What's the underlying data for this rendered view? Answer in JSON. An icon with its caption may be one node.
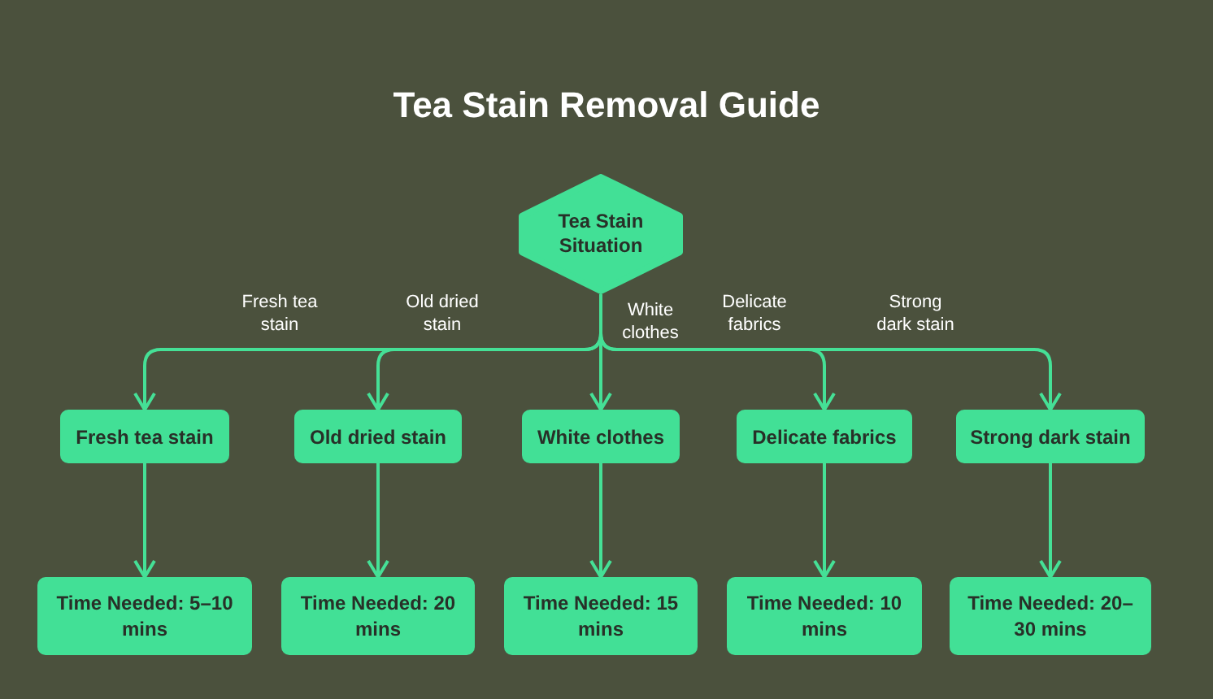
{
  "diagram": {
    "title": "Tea Stain Removal Guide",
    "nodes": [
      {
        "text": [
          "Tea Stain Situation"
        ]
      },
      {
        "text": [
          "Fresh tea stain"
        ]
      },
      {
        "text": [
          "Old dried stain"
        ]
      },
      {
        "text": [
          "White clothes"
        ]
      },
      {
        "text": [
          "Delicate fabrics"
        ]
      },
      {
        "text": [
          "Strong dark stain"
        ]
      },
      {
        "text": [
          "Time Needed: 5–10 mins"
        ]
      },
      {
        "text": [
          "Time Needed: 20 mins"
        ]
      },
      {
        "text": [
          "Time Needed: 15 mins"
        ]
      },
      {
        "text": [
          "Time Needed: 10 mins"
        ]
      },
      {
        "text": [
          "Time Needed: 20–30 mins"
        ]
      }
    ],
    "edges": [
      {
        "from": 0,
        "to": 1,
        "arrow": "to",
        "label": "Fresh tea stain"
      },
      {
        "from": 0,
        "to": 2,
        "arrow": "to",
        "label": "Old dried stain"
      },
      {
        "from": 0,
        "to": 3,
        "arrow": "to",
        "label": "White clothes"
      },
      {
        "from": 0,
        "to": 4,
        "arrow": "to",
        "label": "Delicate fabrics"
      },
      {
        "from": 0,
        "to": 5,
        "arrow": "to",
        "label": "Strong dark stain"
      },
      {
        "from": 1,
        "to": 6,
        "arrow": "to"
      },
      {
        "from": 2,
        "to": 7,
        "arrow": "to"
      },
      {
        "from": 3,
        "to": 8,
        "arrow": "to"
      },
      {
        "from": 4,
        "to": 9,
        "arrow": "to"
      },
      {
        "from": 5,
        "to": 10,
        "arrow": "to"
      }
    ]
  }
}
